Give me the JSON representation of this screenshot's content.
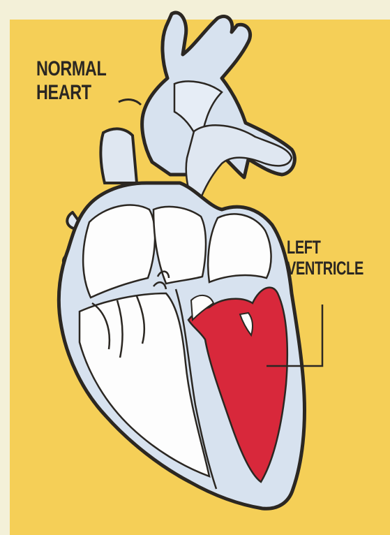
{
  "labels": {
    "normal_heart": [
      "NORMAL",
      "HEART"
    ],
    "left_ventricle": [
      "LEFT",
      "VENTRICLE"
    ]
  },
  "colors": {
    "background": "#f5cf57",
    "heart_outer": "#d7e2ef",
    "heart_inner": "#fdfdfd",
    "left_ventricle": "#d8283b",
    "outline": "#2b2722"
  },
  "icons": [
    "heart-illustration",
    "left-ventricle-chamber",
    "leader-line"
  ]
}
